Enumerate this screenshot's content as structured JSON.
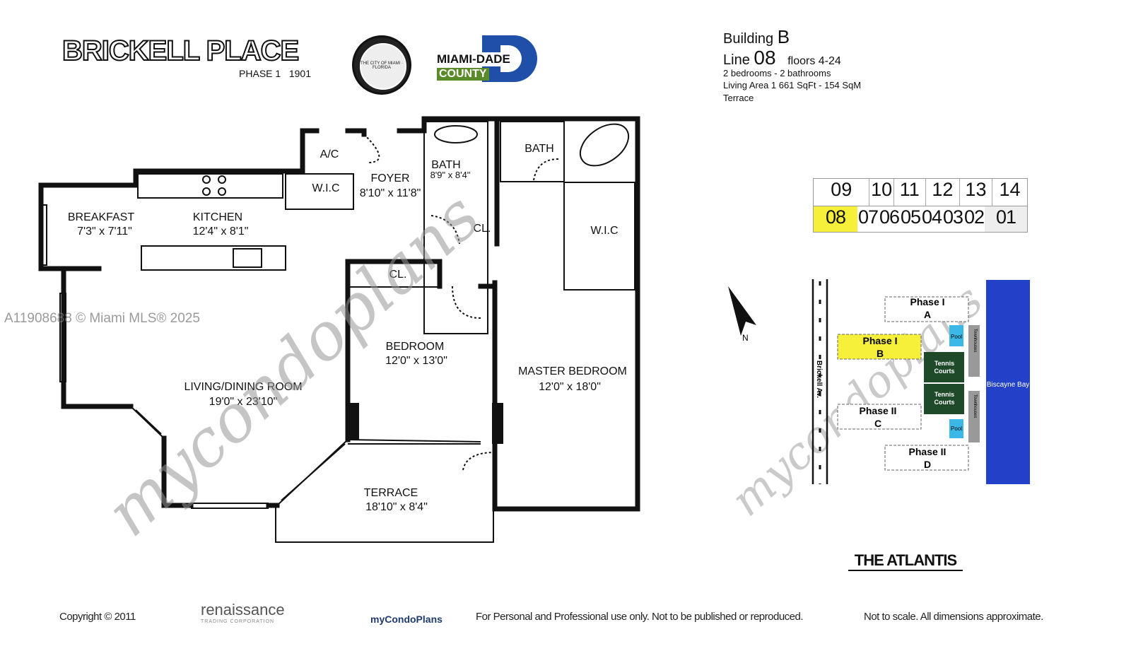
{
  "header": {
    "logo_text": "BRICKELL PLACE",
    "phase_label": "PHASE 1",
    "address": "1901",
    "seal_text": "THE CITY OF MIAMI · FLORIDA",
    "county_logo_top": "MIAMI-DADE",
    "county_logo_bottom": "COUNTY"
  },
  "unit_info": {
    "building_label": "Building",
    "building_value": "B",
    "line_label": "Line",
    "line_value": "08",
    "floors": "floors 4-24",
    "rooms": "2 bedrooms - 2 bathrooms",
    "living_area": "Living Area  1 661 SqFt - 154 SqM",
    "extra": "Terrace"
  },
  "watermarks": {
    "mls": "A11908688 © Miami MLS® 2025",
    "script": "mycondoplans"
  },
  "floor_plan": {
    "rooms": [
      {
        "name": "BREAKFAST",
        "dims": "7'3\" x 7'11\""
      },
      {
        "name": "KITCHEN",
        "dims": "12'4\" x 8'1\""
      },
      {
        "name": "A/C",
        "dims": ""
      },
      {
        "name": "W.I.C",
        "dims": ""
      },
      {
        "name": "FOYER",
        "dims": "8'10\" x 11'8\""
      },
      {
        "name": "BATH",
        "dims": "8'9\" x 8'4\""
      },
      {
        "name": "BATH",
        "dims": ""
      },
      {
        "name": "CL.",
        "dims": ""
      },
      {
        "name": "W.I.C",
        "dims": ""
      },
      {
        "name": "CL.",
        "dims": ""
      },
      {
        "name": "BEDROOM",
        "dims": "12'0\" x 13'0\""
      },
      {
        "name": "MASTER BEDROOM",
        "dims": "12'0\" x 18'0\""
      },
      {
        "name": "LIVING/DINING ROOM",
        "dims": "19'0\" x 23'10\""
      },
      {
        "name": "TERRACE",
        "dims": "18'10\" x 8'4\""
      }
    ]
  },
  "key_plan": {
    "top_units": [
      "09",
      "10",
      "11",
      "12",
      "13",
      "14"
    ],
    "bottom_units": [
      "08",
      "07",
      "06",
      "05",
      "04",
      "03",
      "02",
      "01"
    ],
    "highlighted_unit": "08",
    "highlight_color": "#f7f03a"
  },
  "site_plan": {
    "north_label": "N",
    "street": "Brickell Av.",
    "buildings": [
      {
        "line1": "Phase I",
        "line2": "A",
        "highlighted": false
      },
      {
        "line1": "Phase I",
        "line2": "B",
        "highlighted": true
      },
      {
        "line1": "Phase II",
        "line2": "C",
        "highlighted": false
      },
      {
        "line1": "Phase II",
        "line2": "D",
        "highlighted": false
      }
    ],
    "pool_label": "Pool",
    "tennis_label_1": "Tennis",
    "tennis_label_2": "Courts",
    "townhouses_label": "Townhouses",
    "bay_label": "Biscayne Bay",
    "colors": {
      "bay": "#2340c8",
      "pool": "#3bb8e8",
      "tennis": "#1e4a2a",
      "highlight": "#f7f03a"
    }
  },
  "atlantis_logo": "THE ATLANTIS",
  "footer": {
    "copyright": "Copyright © 2011",
    "renaissance_logo": "renaissance",
    "renaissance_sub": "TRADING CORPORATION",
    "mycondoplans_logo": "myCondoPlans",
    "usage_note": "For Personal and Professional use only.  Not to be published or reproduced.",
    "scale_note": "Not to scale.  All dimensions approximate."
  }
}
